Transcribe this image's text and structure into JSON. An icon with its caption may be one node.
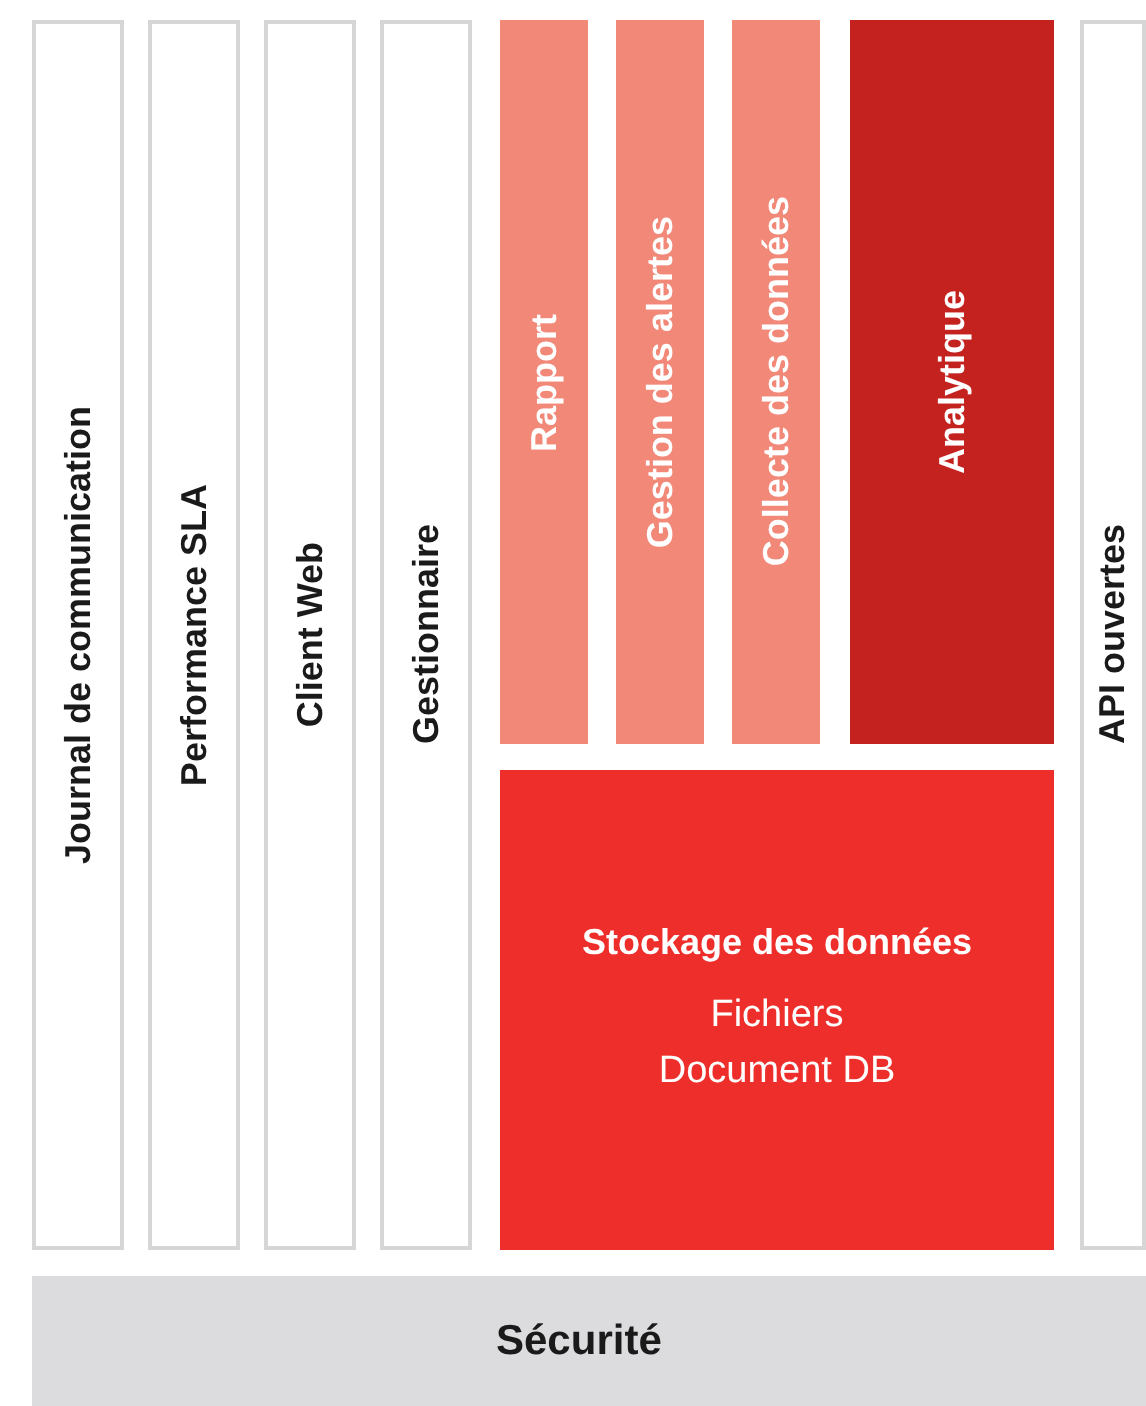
{
  "diagram": {
    "nodes": [
      {
        "text": [
          "Journal de communication"
        ]
      },
      {
        "text": [
          "Performance SLA"
        ]
      },
      {
        "text": [
          "Client Web"
        ]
      },
      {
        "text": [
          "Gestionnaire"
        ]
      },
      {
        "text": [
          "Rapport"
        ]
      },
      {
        "text": [
          "Gestion des alertes"
        ]
      },
      {
        "text": [
          "Collecte des données"
        ]
      },
      {
        "text": [
          "Analytique"
        ]
      },
      {
        "text": [
          "Stockage des données",
          "Fichiers",
          "Document DB"
        ]
      },
      {
        "text": [
          "API ouvertes"
        ]
      },
      {
        "text": [
          "Sécurité"
        ]
      }
    ]
  }
}
